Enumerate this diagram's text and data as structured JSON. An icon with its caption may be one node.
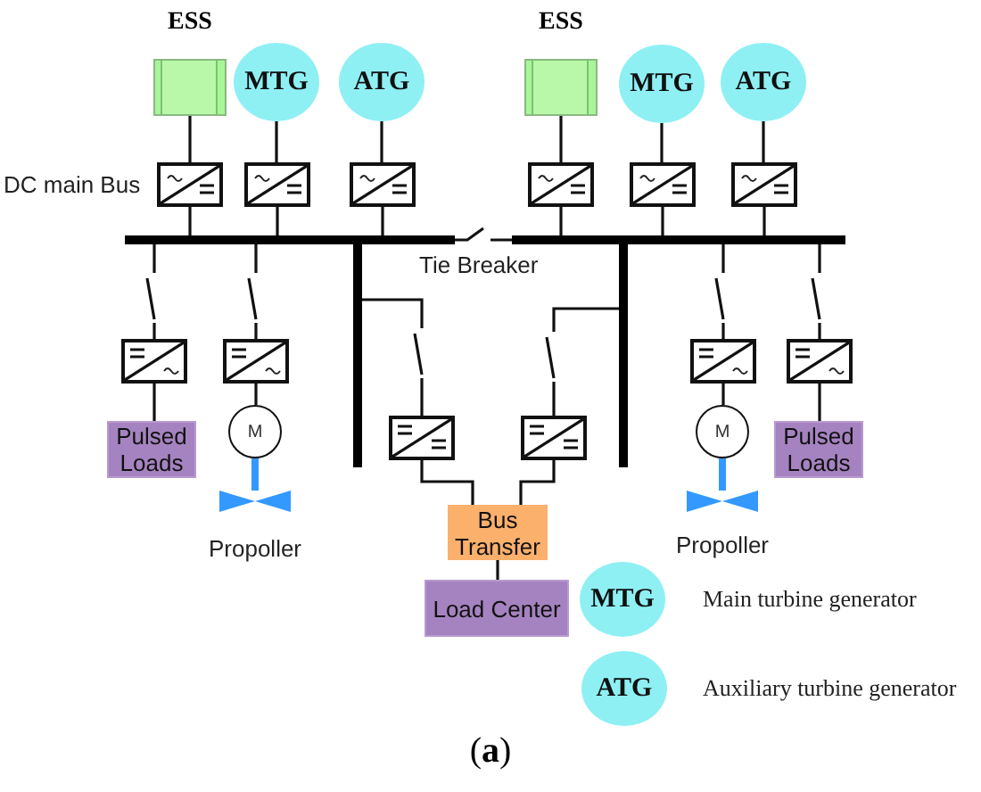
{
  "diagram": {
    "caption": "(**a**)",
    "nodes": [
      {
        "text": [
          "ESS"
        ]
      },
      {
        "text": [
          "MTG"
        ]
      },
      {
        "text": [
          "ATG"
        ]
      },
      {
        "text": [
          "ESS"
        ]
      },
      {
        "text": [
          "MTG"
        ]
      },
      {
        "text": [
          "ATG"
        ]
      },
      {
        "text": [],
        "shape": "box"
      },
      {
        "text": [],
        "shape": "box"
      },
      {
        "text": [],
        "shape": "box"
      },
      {
        "text": [],
        "shape": "box"
      },
      {
        "text": [],
        "shape": "box"
      },
      {
        "text": [],
        "shape": "box"
      },
      {
        "text": [],
        "shape": "bar"
      },
      {
        "text": [],
        "shape": "bar"
      },
      {
        "text": [],
        "shape": "bar"
      },
      {
        "text": [],
        "shape": "bar"
      },
      {
        "text": [],
        "shape": "box"
      },
      {
        "text": [],
        "shape": "box"
      },
      {
        "text": [],
        "shape": "box"
      },
      {
        "text": [],
        "shape": "box"
      },
      {
        "text": [],
        "shape": "box"
      },
      {
        "text": [],
        "shape": "box"
      },
      {
        "text": [
          "Pulsed Loads"
        ]
      },
      {
        "text": [
          "M"
        ]
      },
      {
        "text": [],
        "shape": "propeller",
        "beside": [
          "Propoller"
        ]
      },
      {
        "text": [
          "Bus Transfer"
        ]
      },
      {
        "text": [
          "M"
        ]
      },
      {
        "text": [
          "Pulsed Loads"
        ]
      },
      {
        "text": [],
        "shape": "propeller",
        "beside": [
          "Propoller"
        ]
      },
      {
        "text": [
          "Load Center"
        ]
      },
      {
        "text": [
          "MTG"
        ],
        "beside": [
          "Main turbine generator"
        ]
      },
      {
        "text": [
          "ATG"
        ],
        "beside": [
          "Auxiliary turbine generator"
        ]
      }
    ],
    "edges": [
      {
        "from": 0,
        "to": 6,
        "arrow": "none"
      },
      {
        "from": 1,
        "to": 7,
        "arrow": "none"
      },
      {
        "from": 2,
        "to": 8,
        "arrow": "none"
      },
      {
        "from": 3,
        "to": 9,
        "arrow": "none"
      },
      {
        "from": 4,
        "to": 10,
        "arrow": "none"
      },
      {
        "from": 5,
        "to": 11,
        "arrow": "none"
      },
      {
        "from": 6,
        "to": 12,
        "arrow": "none"
      },
      {
        "from": 7,
        "to": 12,
        "arrow": "none"
      },
      {
        "from": 8,
        "to": 12,
        "arrow": "none"
      },
      {
        "from": 9,
        "to": 13,
        "arrow": "none"
      },
      {
        "from": 10,
        "to": 13,
        "arrow": "none"
      },
      {
        "from": 11,
        "to": 13,
        "arrow": "none"
      },
      {
        "from": 12,
        "to": 13,
        "arrow": "none",
        "label": "Tie Breaker"
      },
      {
        "from": 12,
        "to": 16,
        "arrow": "none"
      },
      {
        "from": 12,
        "to": 17,
        "arrow": "none"
      },
      {
        "from": 14,
        "to": 18,
        "arrow": "none"
      },
      {
        "from": 15,
        "to": 19,
        "arrow": "none"
      },
      {
        "from": 13,
        "to": 20,
        "arrow": "none"
      },
      {
        "from": 13,
        "to": 21,
        "arrow": "none"
      },
      {
        "from": 16,
        "to": 22,
        "arrow": "none"
      },
      {
        "from": 17,
        "to": 23,
        "arrow": "none"
      },
      {
        "from": 23,
        "to": 24,
        "arrow": "none",
        "style": "thick",
        "color": "#3399ff"
      },
      {
        "from": 18,
        "to": 25,
        "arrow": "none"
      },
      {
        "from": 19,
        "to": 25,
        "arrow": "none"
      },
      {
        "from": 25,
        "to": 29,
        "arrow": "none"
      },
      {
        "from": 20,
        "to": 26,
        "arrow": "none"
      },
      {
        "from": 26,
        "to": 28,
        "arrow": "none",
        "style": "thick",
        "color": "#3399ff"
      },
      {
        "from": 21,
        "to": 27,
        "arrow": "none"
      }
    ],
    "labels": [
      "DC main Bus"
    ]
  }
}
